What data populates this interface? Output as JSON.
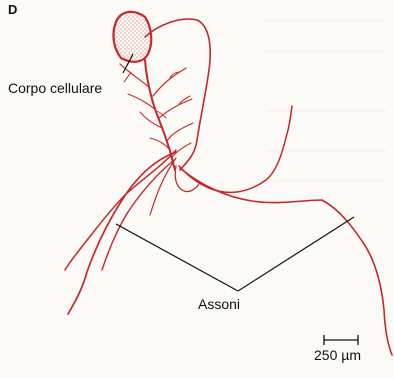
{
  "figure": {
    "panel_letter": "D",
    "labels": {
      "cell_body": "Corpo cellulare",
      "axons": "Assoni",
      "scale_bar": "250 µm"
    },
    "colors": {
      "neuron": "#c62828",
      "annotation": "#111111",
      "background": "#fbfaf7"
    }
  }
}
